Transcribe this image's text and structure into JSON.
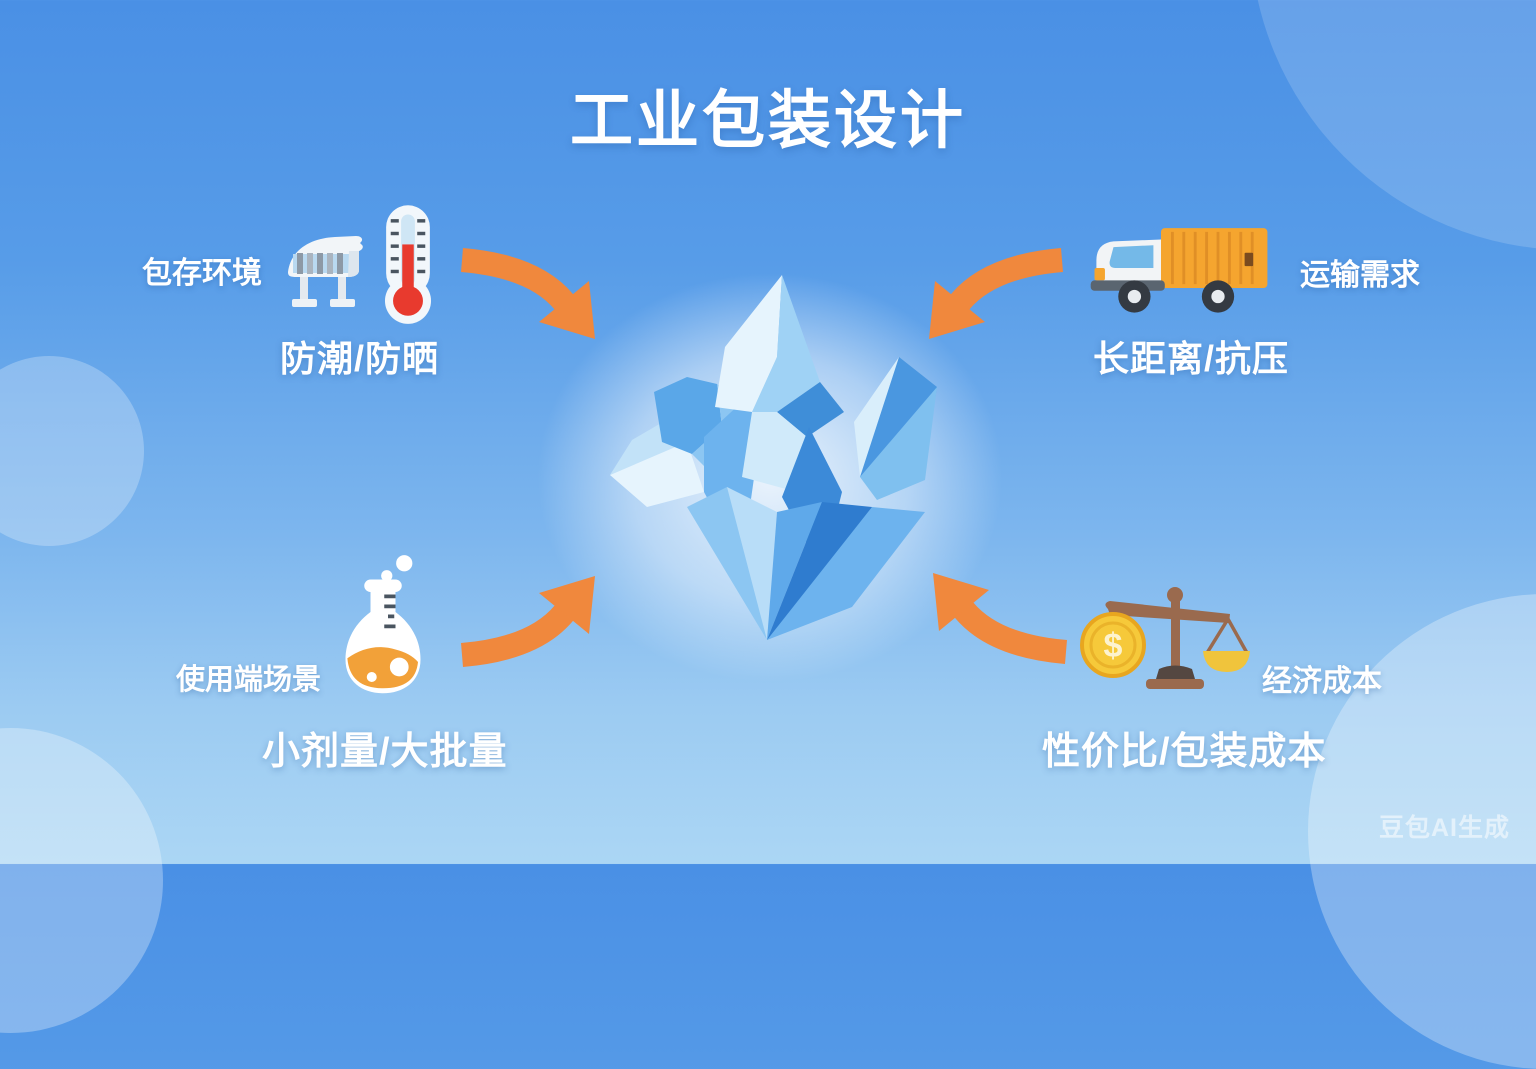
{
  "title": "工业包装设计",
  "watermark": "豆包AI生成",
  "nodes": {
    "storage": {
      "tag": "包存环境",
      "label": "防潮/防晒"
    },
    "transport": {
      "tag": "运输需求",
      "label": "长距离/抗压"
    },
    "usage": {
      "tag": "使用端场景",
      "label": "小剂量/大批量"
    },
    "cost": {
      "tag": "经济成本",
      "label": "性价比/包装成本"
    }
  },
  "icons": {
    "storage": [
      "warehouse-icon",
      "thermometer-icon"
    ],
    "transport": [
      "truck-icon"
    ],
    "usage": [
      "flask-icon"
    ],
    "cost": [
      "coin-icon",
      "balance-scale-icon"
    ],
    "center": [
      "crystal-icon"
    ],
    "connectors": [
      "curved-arrow-icon"
    ]
  },
  "colors": {
    "bg_top": "#4a90e5",
    "bg_bottom": "#abd6f4",
    "text": "#ffffff",
    "arrow_orange": "#f0883d",
    "truck_orange": "#f5a52f",
    "thermometer_red": "#e83a2e",
    "flask_liquid_orange": "#f2a139",
    "coin_gold": "#f6c93a",
    "scale_brown": "#9a6a4e",
    "crystal_blue": "#3f8ed8"
  }
}
